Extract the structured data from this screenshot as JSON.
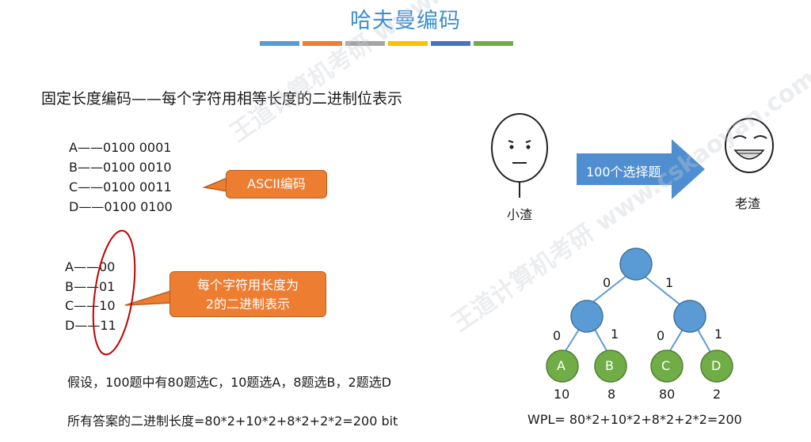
{
  "slide": {
    "title": "哈夫曼编码",
    "bar_colors": [
      "#5b9bd5",
      "#ed7d31",
      "#a5a5a5",
      "#ffc000",
      "#4472c4",
      "#70ad47"
    ],
    "heading": "固定长度编码——每个字符用相等长度的二进制位表示",
    "fixed_codes": [
      "A——0100 0001",
      "B——0100 0010",
      "C——0100 0011",
      "D——0100 0100"
    ],
    "ascii_callout": "ASCII编码",
    "short_codes": [
      "A——00",
      "B——01",
      "C——10",
      "D——11"
    ],
    "len2_callout_line1": "每个字符用长度为",
    "len2_callout_line2": "2的二进制表示",
    "assumption": "假设，100题中有80题选C，10题选A，8题选B，2题选D",
    "total": "所有答案的二进制长度=80*2+10*2+8*2+2*2=200 bit",
    "person_left": "小渣",
    "arrow_label": "100个选择题",
    "person_right": "老渣",
    "wpl": "WPL= 80*2+10*2+8*2+2*2=200",
    "watermark": "王道计算机考研 www.cskaoyan.com"
  },
  "tree": {
    "edge_labels": [
      "0",
      "1",
      "0",
      "1",
      "0",
      "1"
    ],
    "leaves": [
      {
        "label": "A",
        "weight": "10"
      },
      {
        "label": "B",
        "weight": "8"
      },
      {
        "label": "C",
        "weight": "80"
      },
      {
        "label": "D",
        "weight": "2"
      }
    ],
    "internal_color": "#5b9bd5",
    "leaf_color": "#70ad47"
  }
}
